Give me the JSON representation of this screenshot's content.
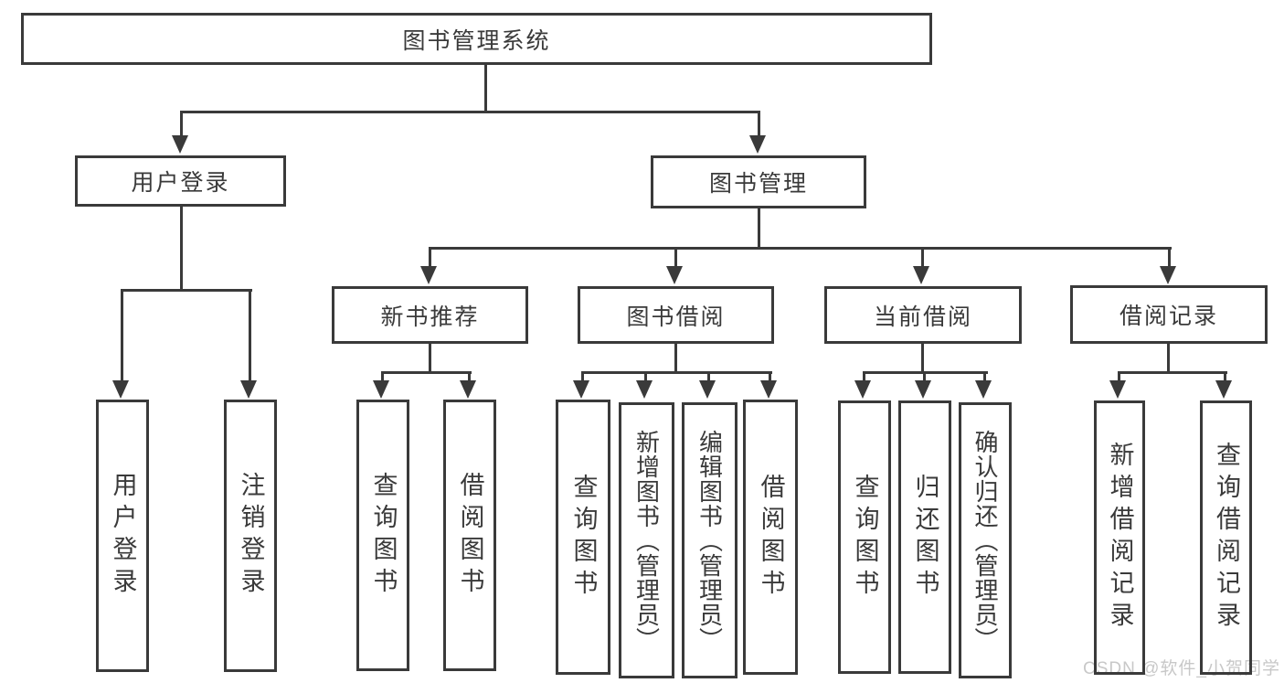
{
  "diagram": {
    "root": "图书管理系统",
    "level2": [
      "用户登录",
      "图书管理"
    ],
    "level3": [
      "新书推荐",
      "图书借阅",
      "当前借阅",
      "借阅记录"
    ],
    "leaves_user_login": [
      "用户登录",
      "注销登录"
    ],
    "leaves_new_book": [
      "查询图书",
      "借阅图书"
    ],
    "leaves_book_borrow": [
      "查询图书",
      "新增图书（管理员）",
      "编辑图书（管理员）",
      "借阅图书"
    ],
    "leaves_current_borrow": [
      "查询图书",
      "归还图书",
      "确认归还（管理员）"
    ],
    "leaves_borrow_records": [
      "新增借阅记录",
      "查询借阅记录"
    ]
  },
  "colors": {
    "line": "#3a3a3a",
    "text": "#3a3a3a",
    "background": "#ffffff",
    "watermark": "#c8c8c8"
  },
  "watermark": {
    "text": "CSDN @软件_小贺同学"
  }
}
